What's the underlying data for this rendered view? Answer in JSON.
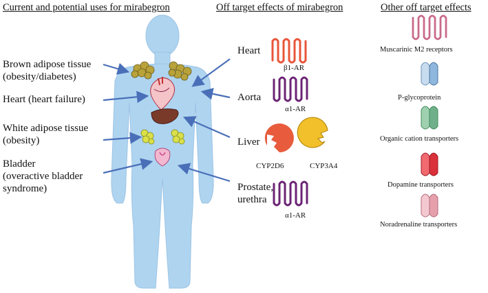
{
  "headers": {
    "current_uses": "Current and potential uses for mirabegron",
    "off_target": "Off target effects of mirabegron",
    "other": "Other off target effects"
  },
  "uses": {
    "brown_adipose": "Brown adipose tissue",
    "brown_adipose_sub": "(obesity/diabetes)",
    "heart": "Heart (heart failure)",
    "white_adipose": "White adipose tissue",
    "white_adipose_sub": "(obesity)",
    "bladder": "Bladder",
    "bladder_sub1": "(overactive bladder",
    "bladder_sub2": "syndrome)"
  },
  "off_target_organs": {
    "heart": "Heart",
    "aorta": "Aorta",
    "liver": "Liver",
    "prostate1": "Prostate,",
    "prostate2": "urethra"
  },
  "receptors": {
    "beta1": "β1-AR",
    "alpha1_aorta": "α1-AR",
    "alpha1_prostate": "α1-AR",
    "cyp2d6": "CYP2D6",
    "cyp3a4": "CYP3A4"
  },
  "other_effects": {
    "m2": "Muscarinic M2 receptors",
    "pgp": "P-glycoprotein",
    "oct": "Organic cation transporters",
    "dat": "Dopamine transporters",
    "nat": "Noradrenaline transporters"
  },
  "colors": {
    "body": "#aed4f0",
    "arrow": "#4a6fb8",
    "beta_receptor": "#e8553a",
    "alpha_receptor": "#6b2474",
    "cyp2d6": "#e85b3c",
    "cyp3a4": "#f2c02a",
    "m2": "#c96a8a",
    "pgp": "#8fb6dc",
    "oct": "#6fb08a",
    "dat": "#d9303a",
    "nat": "#e6a0ac"
  }
}
